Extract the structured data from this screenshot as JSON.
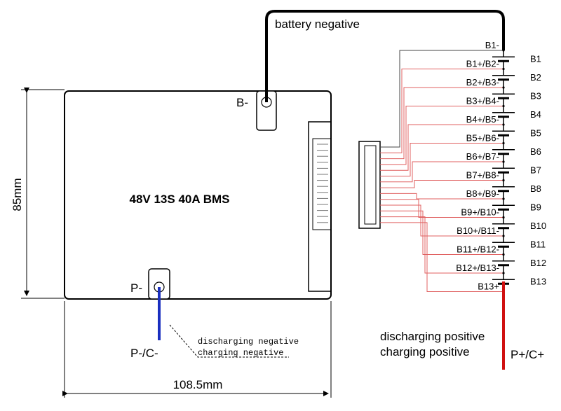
{
  "board": {
    "title": "48V 13S 40A BMS",
    "height_label": "85mm",
    "width_label": "108.5mm",
    "b_minus": "B-",
    "p_minus": "P-"
  },
  "wires": {
    "battery_negative": "battery negative",
    "pc_minus": "P-/C-",
    "discharging_negative": "discharging negative",
    "charging_negative": "charging negative",
    "discharging_positive": "discharging positive",
    "charging_positive": "charging positive",
    "pc_plus": "P+/C+"
  },
  "taps": [
    "B1-",
    "B1+/B2-",
    "B2+/B3-",
    "B3+/B4-",
    "B4+/B5-",
    "B5+/B6-",
    "B6+/B7-",
    "B7+/B8-",
    "B8+/B9-",
    "B9+/B10-",
    "B10+/B11-",
    "B11+/B12-",
    "B12+/B13-",
    "B13+"
  ],
  "cells": [
    "B1",
    "B2",
    "B3",
    "B4",
    "B5",
    "B6",
    "B7",
    "B8",
    "B9",
    "B10",
    "B11",
    "B12",
    "B13"
  ],
  "colors": {
    "sense_wire": "#e06060",
    "positive_wire": "#d01010",
    "negative_wire": "#1a2fbf",
    "outline": "#000000"
  }
}
